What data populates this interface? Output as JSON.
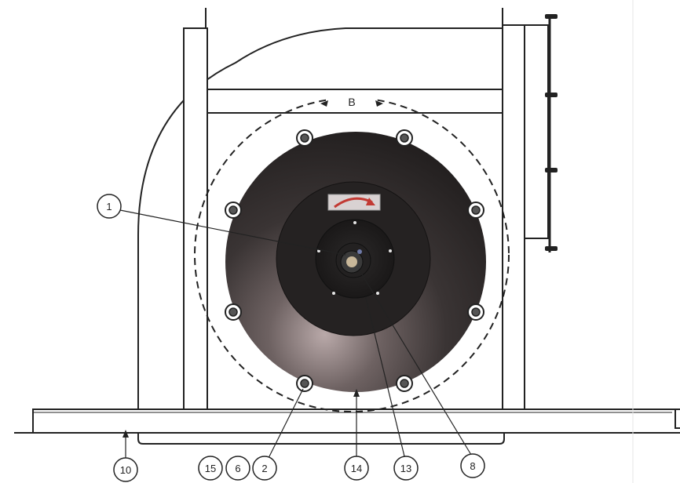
{
  "drawing": {
    "view_label": "B",
    "callouts": [
      {
        "id": "c1",
        "label": "1"
      },
      {
        "id": "c10",
        "label": "10"
      },
      {
        "id": "c15",
        "label": "15"
      },
      {
        "id": "c6",
        "label": "6"
      },
      {
        "id": "c2",
        "label": "2"
      },
      {
        "id": "c14",
        "label": "14"
      },
      {
        "id": "c13",
        "label": "13"
      },
      {
        "id": "c8",
        "label": "8"
      }
    ]
  }
}
